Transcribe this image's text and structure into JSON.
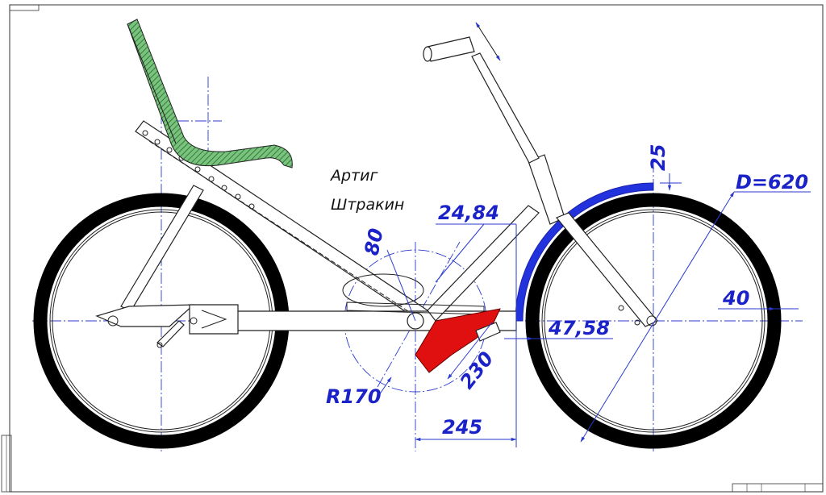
{
  "drawing": {
    "author_line1": "Артиг",
    "author_line2": "Штракин"
  },
  "dimensions": {
    "wheel_diameter": "D=620",
    "fender_offset": "25",
    "tire_width": "40",
    "crank_radius": "R170",
    "angle_80": "80",
    "offset_2484": "24,84",
    "gap_4758": "47,58",
    "guard_230": "230",
    "dist_245": "245"
  },
  "colors": {
    "dimension": "#1a22c8",
    "fender": "#2233dd",
    "chainguard": "#e01010",
    "seat": "#2e8b3a"
  }
}
